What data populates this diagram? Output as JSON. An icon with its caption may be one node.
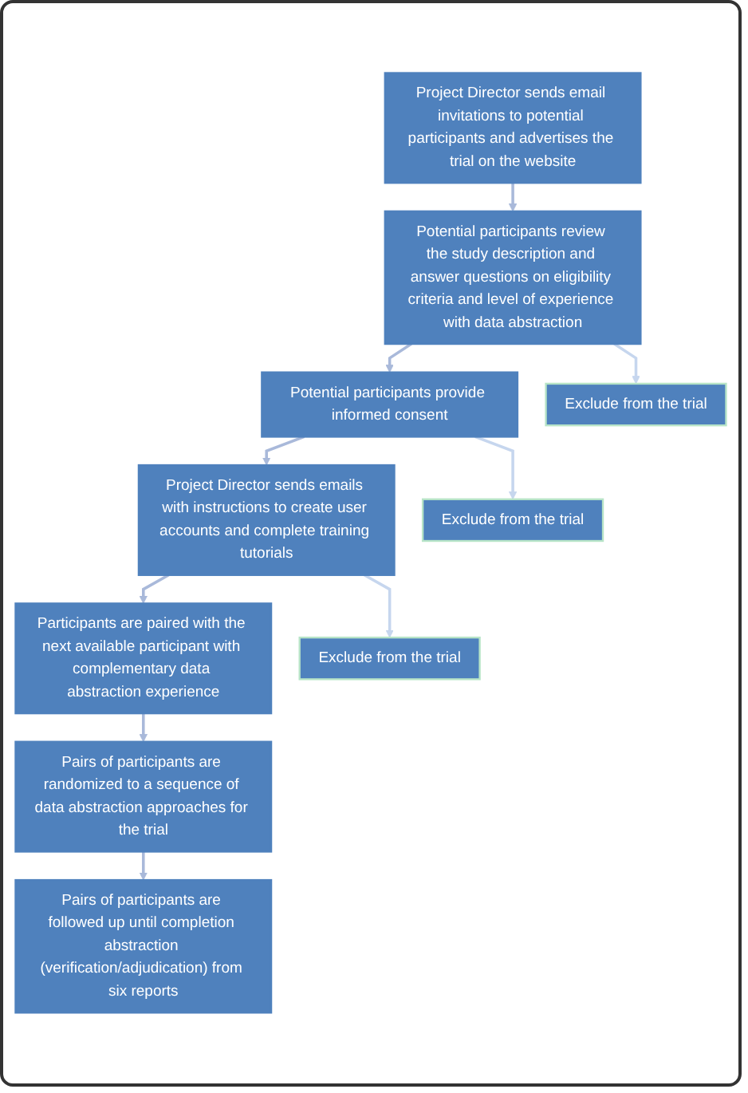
{
  "diagram": {
    "nodes": [
      {
        "text": [
          "Project Director sends email invitations to potential participants and advertises the trial on the website"
        ]
      },
      {
        "text": [
          "Potential participants review the study description and answer questions on eligibility criteria and level of experience with data abstraction"
        ]
      },
      {
        "text": [
          "Exclude from the trial"
        ]
      },
      {
        "text": [
          "Potential participants provide informed consent"
        ]
      },
      {
        "text": [
          "Exclude from the trial"
        ]
      },
      {
        "text": [
          "Project Director sends emails with instructions to create user accounts and complete training tutorials"
        ]
      },
      {
        "text": [
          "Exclude from the trial"
        ]
      },
      {
        "text": [
          "Participants are paired with the next available participant with complementary data abstraction experience"
        ]
      },
      {
        "text": [
          "Pairs of participants are randomized to a sequence of data abstraction approaches for the trial"
        ]
      },
      {
        "text": [
          "Pairs of participants are followed up until completion abstraction (verification/adjudication) from six reports"
        ]
      }
    ],
    "edges": [
      {
        "from": 0,
        "to": 1,
        "arrow": "to"
      },
      {
        "from": 1,
        "to": 3,
        "arrow": "to"
      },
      {
        "from": 1,
        "to": 2,
        "arrow": "to",
        "color": "#c6d6ee"
      },
      {
        "from": 3,
        "to": 5,
        "arrow": "to"
      },
      {
        "from": 3,
        "to": 4,
        "arrow": "to",
        "color": "#c6d6ee"
      },
      {
        "from": 5,
        "to": 7,
        "arrow": "to"
      },
      {
        "from": 5,
        "to": 6,
        "arrow": "to",
        "color": "#c6d6ee"
      },
      {
        "from": 7,
        "to": 8,
        "arrow": "to"
      },
      {
        "from": 8,
        "to": 9,
        "arrow": "to"
      }
    ]
  }
}
